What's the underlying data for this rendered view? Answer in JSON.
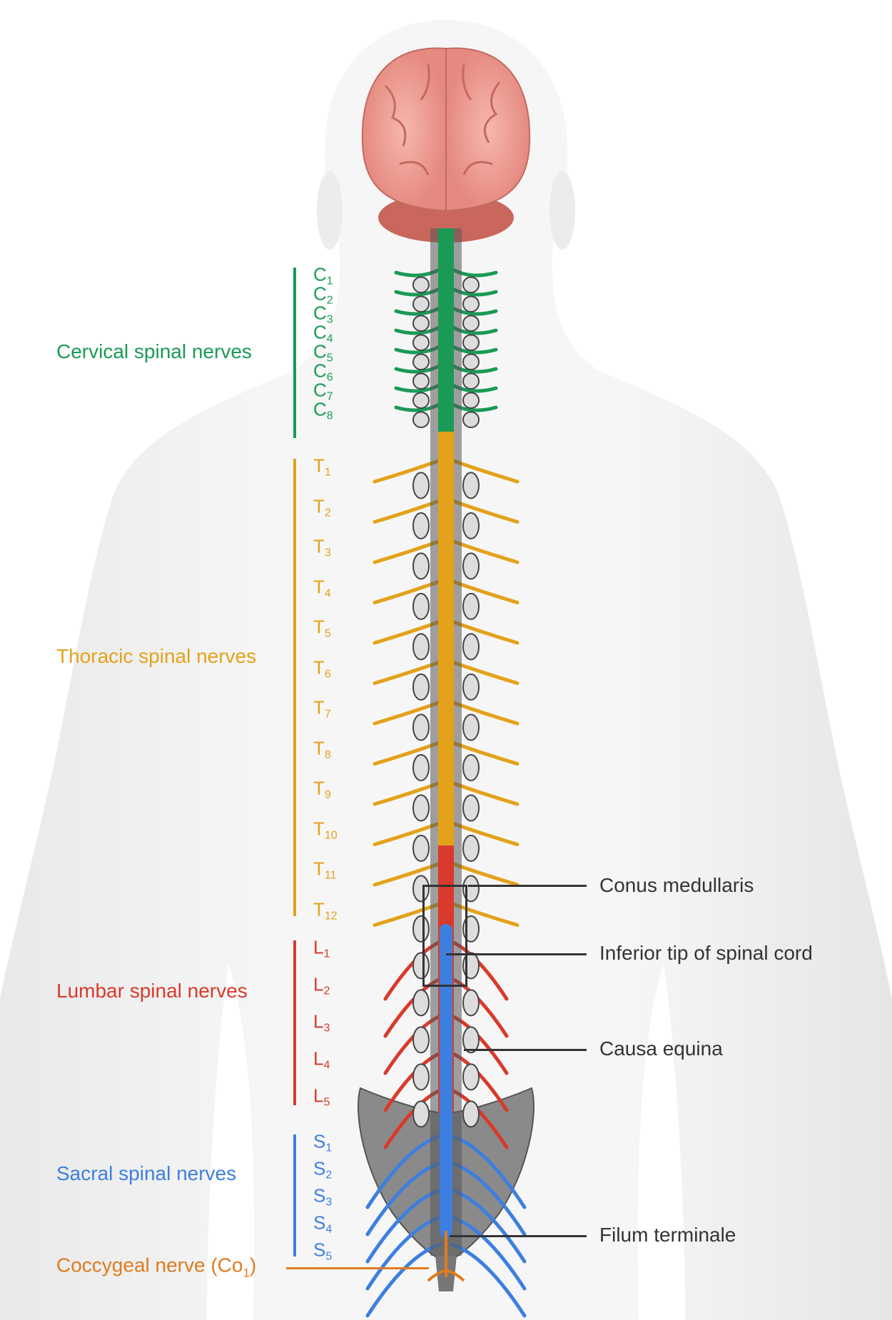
{
  "colors": {
    "cervical": "#1a9a55",
    "thoracic": "#e3a21a",
    "lumbar": "#d93a2b",
    "sacral": "#3d7fe0",
    "coccygeal": "#e07b1f",
    "annotation": "#333333"
  },
  "groups": {
    "cervical": {
      "label": "Cervical spinal nerves",
      "levels": [
        [
          "C",
          "1"
        ],
        [
          "C",
          "2"
        ],
        [
          "C",
          "3"
        ],
        [
          "C",
          "4"
        ],
        [
          "C",
          "5"
        ],
        [
          "C",
          "6"
        ],
        [
          "C",
          "7"
        ],
        [
          "C",
          "8"
        ]
      ]
    },
    "thoracic": {
      "label": "Thoracic spinal nerves",
      "levels": [
        [
          "T",
          "1"
        ],
        [
          "T",
          "2"
        ],
        [
          "T",
          "3"
        ],
        [
          "T",
          "4"
        ],
        [
          "T",
          "5"
        ],
        [
          "T",
          "6"
        ],
        [
          "T",
          "7"
        ],
        [
          "T",
          "8"
        ],
        [
          "T",
          "9"
        ],
        [
          "T",
          "10"
        ],
        [
          "T",
          "11"
        ],
        [
          "T",
          "12"
        ]
      ]
    },
    "lumbar": {
      "label": "Lumbar spinal nerves",
      "levels": [
        [
          "L",
          "1"
        ],
        [
          "L",
          "2"
        ],
        [
          "L",
          "3"
        ],
        [
          "L",
          "4"
        ],
        [
          "L",
          "5"
        ]
      ]
    },
    "sacral": {
      "label": "Sacral spinal nerves",
      "levels": [
        [
          "S",
          "1"
        ],
        [
          "S",
          "2"
        ],
        [
          "S",
          "3"
        ],
        [
          "S",
          "4"
        ],
        [
          "S",
          "5"
        ]
      ]
    },
    "coccygeal": {
      "label": "Coccygeal nerve (Co",
      "sub": "1",
      "close": ")"
    }
  },
  "annotations": {
    "conus": "Conus medullaris",
    "tip": "Inferior tip of spinal cord",
    "cauda": "Causa equina",
    "filum": "Filum terminale"
  }
}
